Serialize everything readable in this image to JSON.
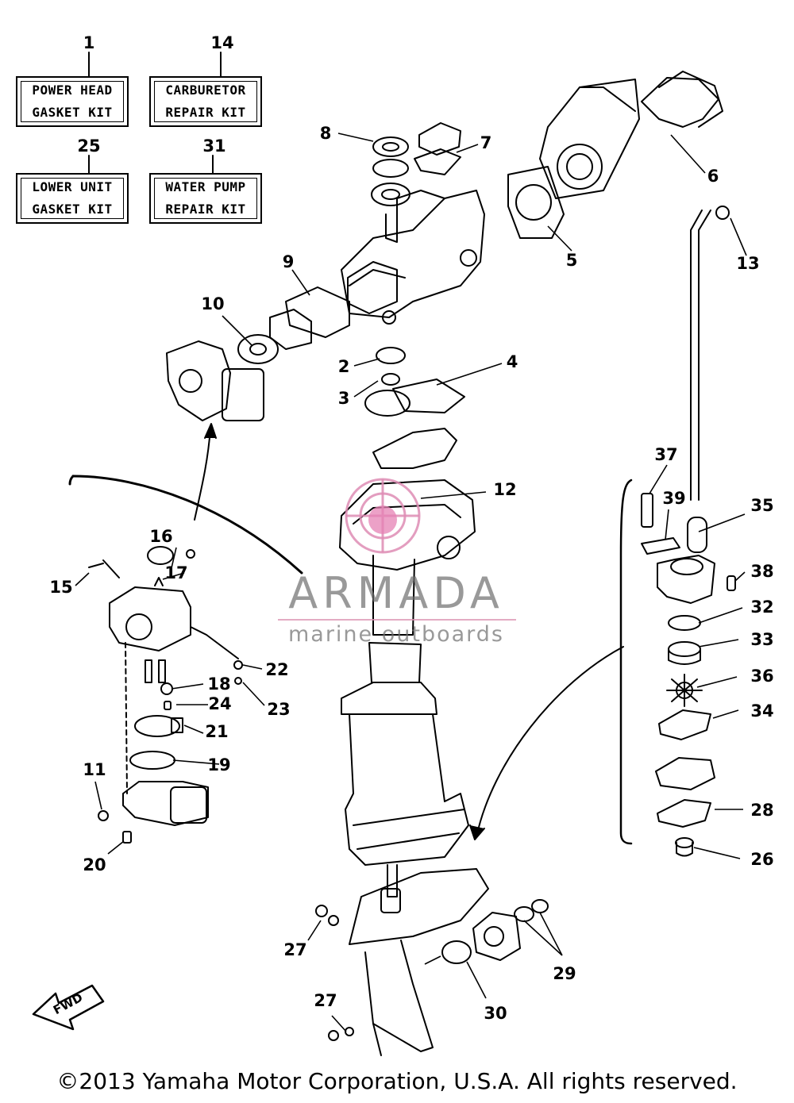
{
  "kits": [
    {
      "number": "1",
      "line1": "POWER HEAD",
      "line2": "GASKET KIT"
    },
    {
      "number": "14",
      "line1": "CARBURETOR",
      "line2": "REPAIR KIT"
    },
    {
      "number": "25",
      "line1": "LOWER UNIT",
      "line2": "GASKET KIT"
    },
    {
      "number": "31",
      "line1": "WATER PUMP",
      "line2": "REPAIR KIT"
    }
  ],
  "callouts": [
    "2",
    "3",
    "4",
    "5",
    "6",
    "7",
    "8",
    "9",
    "10",
    "11",
    "12",
    "13",
    "15",
    "16",
    "17",
    "18",
    "19",
    "20",
    "21",
    "22",
    "23",
    "24",
    "26",
    "27",
    "27",
    "28",
    "29",
    "30",
    "32",
    "33",
    "34",
    "35",
    "36",
    "37",
    "38",
    "39"
  ],
  "fwd_label": "FWD",
  "watermark": {
    "title": "ARMADA",
    "subtitle": "marine outboards"
  },
  "copyright": "©2013 Yamaha Motor Corporation, U.S.A. All rights reserved."
}
